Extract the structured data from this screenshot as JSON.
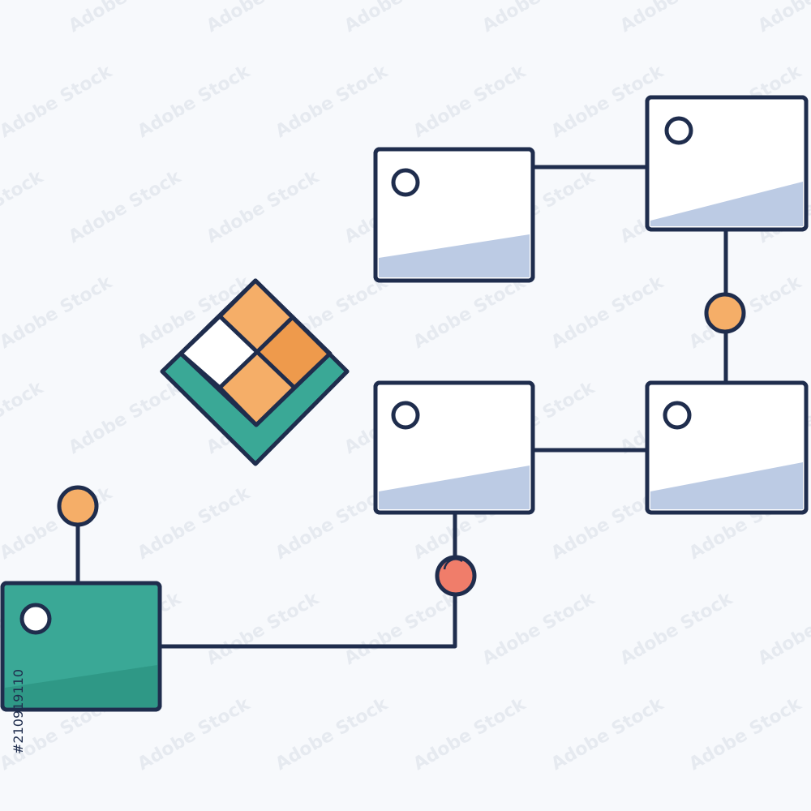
{
  "diagram": {
    "type": "flowchart",
    "nodes": [
      {
        "id": "start",
        "style": "filled",
        "color": "#3aa896",
        "shade": "#2f9886"
      },
      {
        "id": "box-mid-left",
        "style": "outline",
        "color": "#ffffff",
        "shade": "#bccbe4"
      },
      {
        "id": "box-top-left",
        "style": "outline",
        "color": "#ffffff",
        "shade": "#bccbe4"
      },
      {
        "id": "box-top-right",
        "style": "outline",
        "color": "#ffffff",
        "shade": "#bccbe4"
      },
      {
        "id": "box-mid-right",
        "style": "outline",
        "color": "#ffffff",
        "shade": "#bccbe4"
      }
    ],
    "edges": [
      {
        "from": "start",
        "to": "box-mid-left",
        "junction_color": "#f07d6a"
      },
      {
        "from": "box-mid-left",
        "to": "box-mid-right"
      },
      {
        "from": "box-mid-right",
        "to": "box-top-right",
        "junction_color": "#f5ae68"
      },
      {
        "from": "box-top-right",
        "to": "box-top-left"
      }
    ],
    "antenna_color": "#f5ae68",
    "decision_tile": {
      "colors": [
        "#f5ae68",
        "#ee9a4c",
        "#f5ae68",
        "#ffffff"
      ],
      "base_color": "#3aa896"
    }
  },
  "colors": {
    "outline": "#1f2d4d",
    "background": "#f7f9fc",
    "watermark": "#c9d0db"
  },
  "watermark": {
    "text": "Adobe Stock",
    "id_text": "#210919110"
  }
}
